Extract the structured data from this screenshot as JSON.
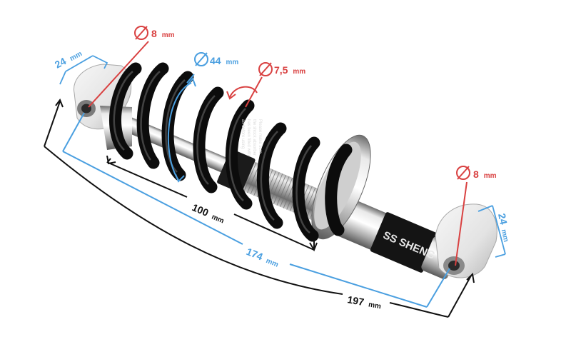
{
  "product": {
    "brand_label": "SS SHENG",
    "label_text": [
      "Please make sure",
      "the shock absorber",
      "has been filled with",
      "air before using"
    ]
  },
  "dimensions": {
    "eye_width_left": {
      "value": "24",
      "unit": "mm"
    },
    "eye_width_right": {
      "value": "24",
      "unit": "mm"
    },
    "bolt_diameter_left": {
      "value": "8",
      "unit": "mm"
    },
    "bolt_diameter_right": {
      "value": "8",
      "unit": "mm"
    },
    "spring_diameter": {
      "value": "44",
      "unit": "mm"
    },
    "spring_wire": {
      "value": "7,5",
      "unit": "mm"
    },
    "stroke": {
      "value": "100",
      "unit": "mm"
    },
    "eye_to_eye": {
      "value": "174",
      "unit": "mm"
    },
    "overall": {
      "value": "197",
      "unit": "mm"
    }
  },
  "colors": {
    "blue": "#4a9fe0",
    "red": "#d94141",
    "black": "#111111",
    "spring": "#0c0c0c",
    "metal_light": "#f2f2f2",
    "metal_dark": "#8d8d8d"
  }
}
